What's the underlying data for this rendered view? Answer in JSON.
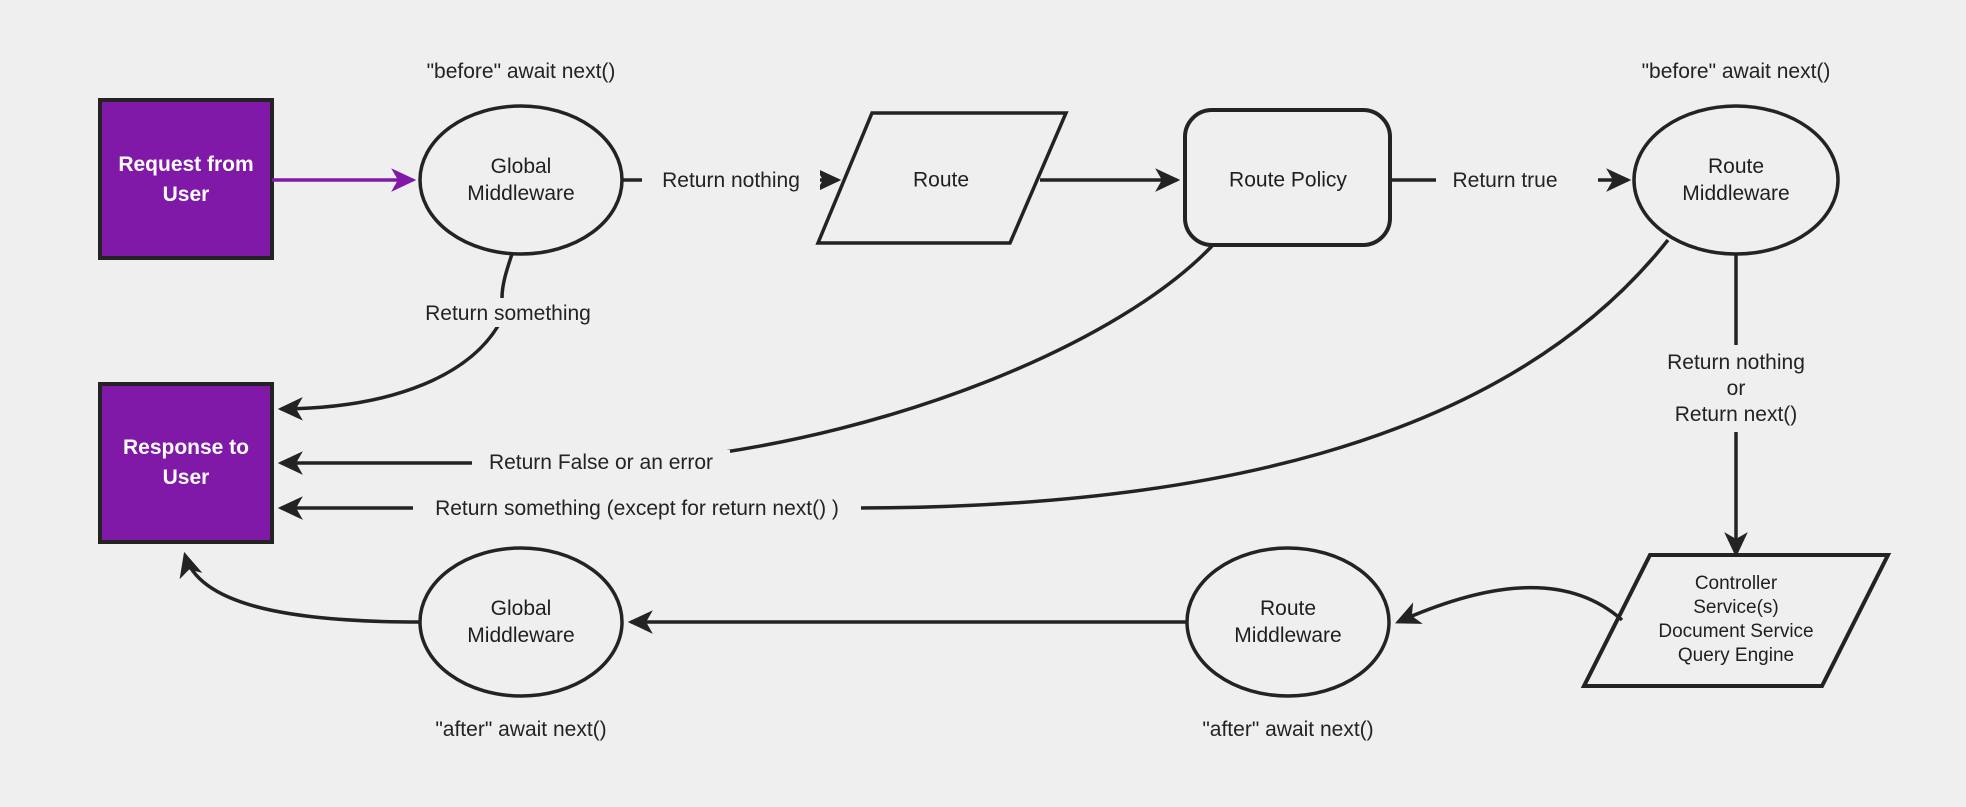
{
  "diagram": {
    "title": "Request lifecycle middleware flow",
    "background_color": "#efefef",
    "stroke_color": "#232323",
    "accent_color": "#8019a7"
  },
  "nodes": {
    "request_from_user": {
      "label": "Request from\nUser",
      "shape": "rectangle",
      "fill": "#8019a7",
      "text_color": "#ffffff"
    },
    "global_middleware_before": {
      "label": "Global\nMiddleware",
      "shape": "ellipse"
    },
    "route": {
      "label": "Route",
      "shape": "parallelogram"
    },
    "route_policy": {
      "label": "Route Policy",
      "shape": "rounded-rectangle"
    },
    "route_middleware_before": {
      "label": "Route\nMiddleware",
      "shape": "ellipse"
    },
    "controller_stack": {
      "label": "Controller\nService(s)\nDocument Service\nQuery Engine",
      "shape": "parallelogram"
    },
    "route_middleware_after": {
      "label": "Route\nMiddleware",
      "shape": "ellipse"
    },
    "global_middleware_after": {
      "label": "Global\nMiddleware",
      "shape": "ellipse"
    },
    "response_to_user": {
      "label": "Response to\nUser",
      "shape": "rectangle",
      "fill": "#8019a7",
      "text_color": "#ffffff"
    }
  },
  "annotations": {
    "before_global": "\"before\" await next()",
    "before_route": "\"before\" await next()",
    "after_global": "\"after\" await next()",
    "after_route": "\"after\" await next()"
  },
  "edges": [
    {
      "id": "request-to-global",
      "label": "",
      "from": "request_from_user",
      "to": "global_middleware_before",
      "color": "#8019a7"
    },
    {
      "id": "global-to-route",
      "label": "Return nothing",
      "from": "global_middleware_before",
      "to": "route"
    },
    {
      "id": "route-to-policy",
      "label": "",
      "from": "route",
      "to": "route_policy"
    },
    {
      "id": "policy-to-route-middleware",
      "label": "Return true",
      "from": "route_policy",
      "to": "route_middleware_before"
    },
    {
      "id": "global-to-response",
      "label": "Return something",
      "from": "global_middleware_before",
      "to": "response_to_user"
    },
    {
      "id": "policy-to-response",
      "label": "Return False or an error",
      "from": "route_policy",
      "to": "response_to_user"
    },
    {
      "id": "route-middleware-to-response",
      "label": "Return something (except for return next() )",
      "from": "route_middleware_before",
      "to": "response_to_user"
    },
    {
      "id": "route-middleware-to-controller",
      "label": "Return nothing\nor\nReturn next()",
      "from": "route_middleware_before",
      "to": "controller_stack"
    },
    {
      "id": "controller-to-route-middleware-after",
      "label": "",
      "from": "controller_stack",
      "to": "route_middleware_after"
    },
    {
      "id": "route-after-to-global-after",
      "label": "",
      "from": "route_middleware_after",
      "to": "global_middleware_after"
    },
    {
      "id": "global-after-to-response",
      "label": "",
      "from": "global_middleware_after",
      "to": "response_to_user"
    }
  ]
}
